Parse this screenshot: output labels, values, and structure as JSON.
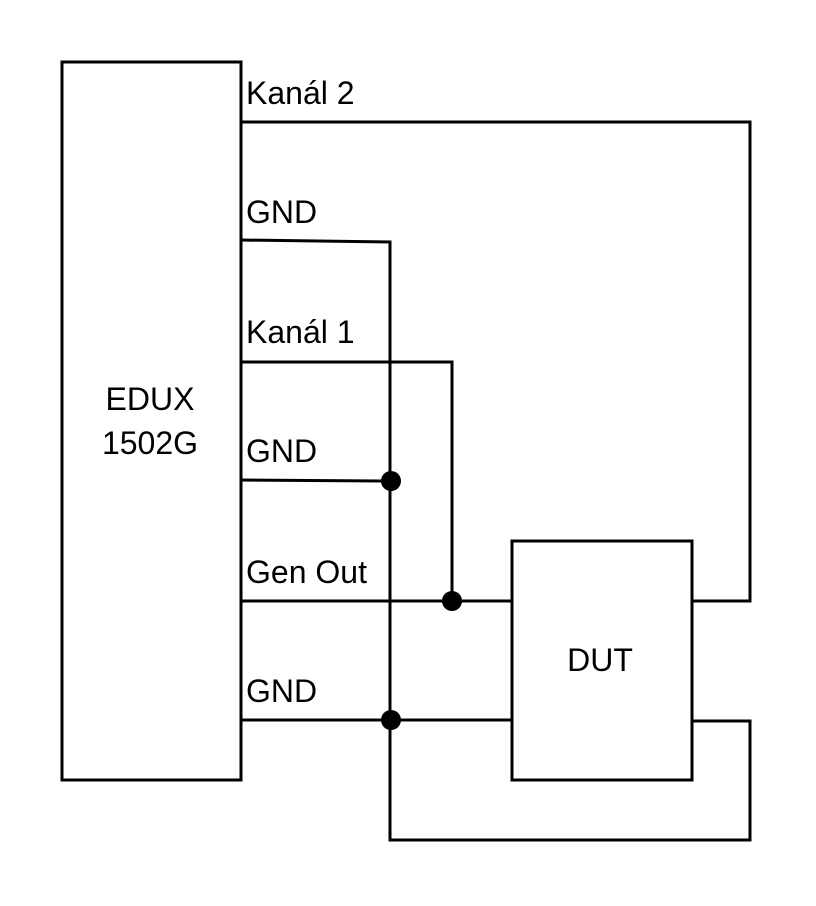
{
  "device": {
    "name_line1": "EDUX",
    "name_line2": "1502G"
  },
  "dut": {
    "label": "DUT"
  },
  "pins": {
    "channel2": "Kanál 2",
    "gnd1": "GND",
    "channel1": "Kanál 1",
    "gnd2": "GND",
    "gen_out": "Gen Out",
    "gnd3": "GND"
  }
}
